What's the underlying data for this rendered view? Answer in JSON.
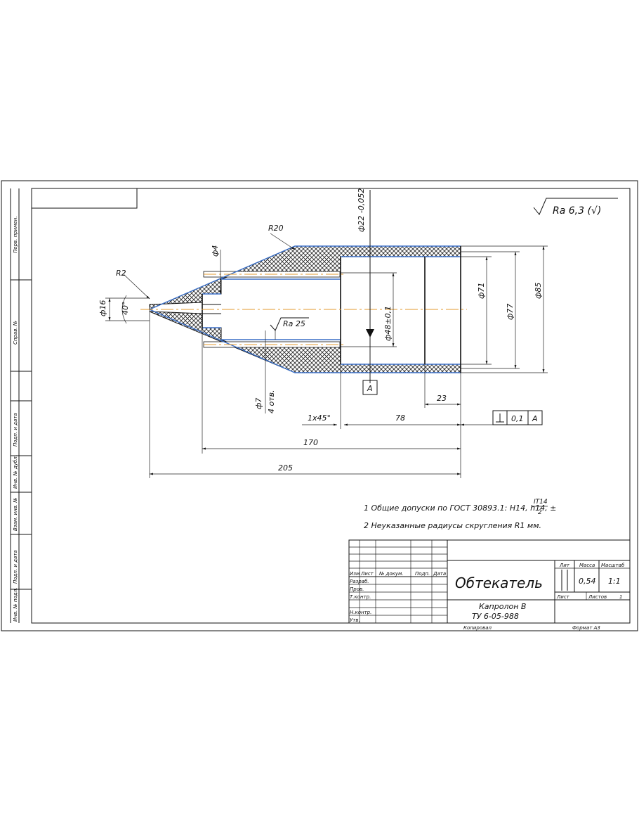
{
  "drawing": {
    "part_name": "Обтекатель",
    "material_line1": "Капролон В",
    "material_line2": "ТУ 6-05-988",
    "surface_roughness_general": "Ra 6,3 (√)",
    "roughness_inner": "Ra 25",
    "notes": [
      "1 Общие допуски по ГОСТ 30893.1: H14, h14, ±",
      "2  Неуказанные радиусы скругления R1 мм."
    ],
    "note_fraction_num": "IT14",
    "note_fraction_den": "2",
    "dimensions": {
      "r2": "R2",
      "r20": "R20",
      "d4": "ф4",
      "d16": "ф16",
      "angle": "40°",
      "d22": "ф22 -0,052",
      "d48": "ф48±0,1",
      "d71": "ф71",
      "d77": "ф77",
      "d85": "ф85",
      "d7": "ф7",
      "holes": "4 отв.",
      "chamfer": "1x45°",
      "len78": "78",
      "len23": "23",
      "len170": "170",
      "len205": "205"
    },
    "datum": "A",
    "perp_tol": "0,1",
    "perp_ref": "A"
  },
  "title_block": {
    "lit": "Лит",
    "mass_label": "Масса",
    "scale_label": "Масштаб",
    "mass": "0,54",
    "scale": "1:1",
    "sheet_label": "Лист",
    "sheets_label": "Листов",
    "sheets": "1",
    "col_izm": "Изм",
    "col_list": "Лист",
    "col_doc": "№ докум.",
    "col_sign": "Подп.",
    "col_date": "Дата",
    "row_razrab": "Разраб.",
    "row_prov": "Пров.",
    "row_tkontr": "Т.контр.",
    "row_nkontr": "Н.контр.",
    "row_utv": "Утв.",
    "copied": "Копировал",
    "format": "Формат  A3"
  },
  "side_labels": {
    "perv_primen": "Перв. примен.",
    "sprav": "Справ. №",
    "podp_data1": "Подп. и дата",
    "inv_dubl": "Инв. № дубл.",
    "vzam_inv": "Взам. инв. №",
    "podp_data2": "Подп. и дата",
    "inv_podl": "Инв. № подл."
  }
}
